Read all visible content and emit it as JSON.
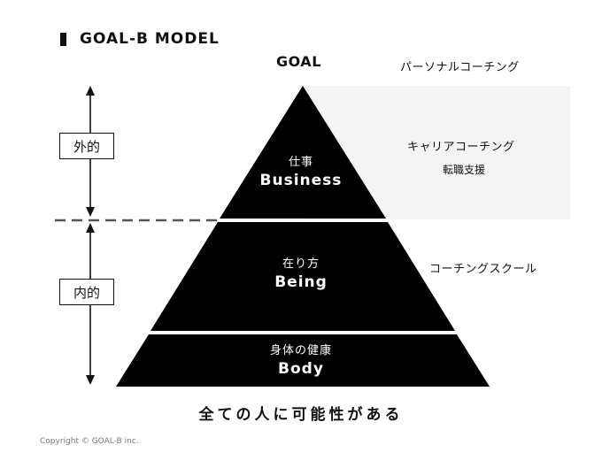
{
  "title": "GOAL-B MODEL",
  "goal_label": "GOAL",
  "services": {
    "personal": "パーソナルコーチング",
    "career": "キャリアコーチング",
    "career_sub": "転職支援",
    "school": "コーチングスクール"
  },
  "sides": {
    "outer": "外的",
    "inner": "内的"
  },
  "tiers": [
    {
      "jp": "仕事",
      "en": "Business"
    },
    {
      "jp": "在り方",
      "en": "Being"
    },
    {
      "jp": "身体の健康",
      "en": "Body"
    }
  ],
  "tagline": "全ての人に可能性がある",
  "copyright": "Copyright © GOAL-B  inc.",
  "colors": {
    "pyramid": "#000000",
    "shade": "#f4f4f4",
    "dashed_line": "#555555"
  }
}
